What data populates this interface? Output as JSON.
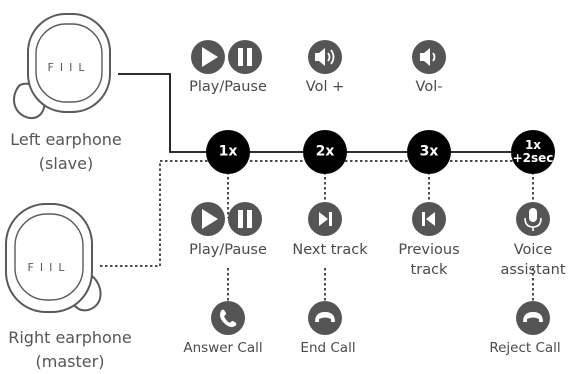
{
  "earphones": {
    "left": {
      "label_line1": "Left earphone",
      "label_line2": "(slave)",
      "brand": "FIIL"
    },
    "right": {
      "label_line1": "Right earphone",
      "label_line2": "(master)",
      "brand": "FIIL"
    }
  },
  "presses": {
    "p1": "1x",
    "p2": "2x",
    "p3": "3x",
    "p4_line1": "1x",
    "p4_line2": "+2sec"
  },
  "left_functions": {
    "play_pause": "Play/Pause",
    "vol_up": "Vol +",
    "vol_down": "Vol-"
  },
  "right_functions": {
    "play_pause": "Play/Pause",
    "next_track": "Next track",
    "previous_track_line1": "Previous",
    "previous_track_line2": "track",
    "voice_assistant_line1": "Voice",
    "voice_assistant_line2": "assistant"
  },
  "call_functions": {
    "answer_call": "Answer Call",
    "end_call": "End Call",
    "reject_call": "Reject Call"
  },
  "colors": {
    "icon_gray": "#555555",
    "node_black": "#000000",
    "line": "#111111",
    "text": "#4a4a4a"
  }
}
